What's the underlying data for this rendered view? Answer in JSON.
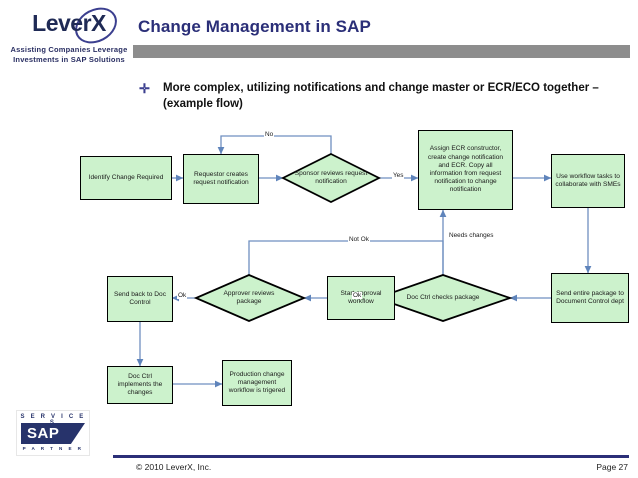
{
  "brand": {
    "logo_word": "LeverX",
    "logo_tagline_line1": "Assisting Companies Leverage",
    "logo_tagline_line2": "Investments in SAP Solutions",
    "accent_blue": "#2b2f78",
    "bar_gray": "#8d8d8d"
  },
  "header": {
    "title": "Change Management in SAP"
  },
  "bullet": {
    "marker": "✛",
    "text": "More complex, utilizing notifications and change master or ECR/ECO together – (example flow)"
  },
  "flow": {
    "node_fill": "#ccf2cc",
    "node_stroke": "#000000",
    "connector_color": "#6f8fc0",
    "nodes": [
      {
        "id": "identify-change-required",
        "shape": "rect",
        "label": "Identify Change Required"
      },
      {
        "id": "requestor-creates-request-notification",
        "shape": "rect",
        "label": "Requestor creates request notification"
      },
      {
        "id": "sponsor-reviews-request-notification",
        "shape": "diamond",
        "label": "Sponsor reviews request notification"
      },
      {
        "id": "assign-ecr-constructor",
        "shape": "rect",
        "label": "Assign ECR constructor, create change notification and ECR. Copy all information from request notification to change notification"
      },
      {
        "id": "use-workflow-tasks",
        "shape": "rect",
        "label": "Use workflow tasks to collaborate with SMEs"
      },
      {
        "id": "send-entire-package",
        "shape": "rect",
        "label": "Send entire package to Document Control dept"
      },
      {
        "id": "doc-ctrl-checks-package",
        "shape": "diamond",
        "label": "Doc Ctrl checks package"
      },
      {
        "id": "start-approval-workflow",
        "shape": "rect",
        "label": "Start approval workflow"
      },
      {
        "id": "approver-reviews-package",
        "shape": "diamond",
        "label": "Approver reviews package"
      },
      {
        "id": "send-back-to-doc-control",
        "shape": "rect",
        "label": "Send back to Doc Control"
      },
      {
        "id": "doc-ctrl-implements-the-changes",
        "shape": "rect",
        "label": "Doc Ctrl implements the changes"
      },
      {
        "id": "production-change-management-workflow",
        "shape": "rect",
        "label": "Production change management workflow is trigered"
      }
    ],
    "edge_labels": [
      {
        "id": "no",
        "text": "No"
      },
      {
        "id": "yes",
        "text": "Yes"
      },
      {
        "id": "needs-changes",
        "text": "Needs changes"
      },
      {
        "id": "not-ok",
        "text": "Not Ok"
      },
      {
        "id": "ok-doc-ctrl",
        "text": "Ok"
      },
      {
        "id": "ok-approver",
        "text": "Ok"
      }
    ]
  },
  "partner_logo": {
    "top_text": "S E R V I C E S",
    "main_text": "SAP",
    "bottom_text": "P A R T N E R"
  },
  "footer": {
    "copyright": "© 2010 LeverX, Inc.",
    "page": "Page 27"
  }
}
